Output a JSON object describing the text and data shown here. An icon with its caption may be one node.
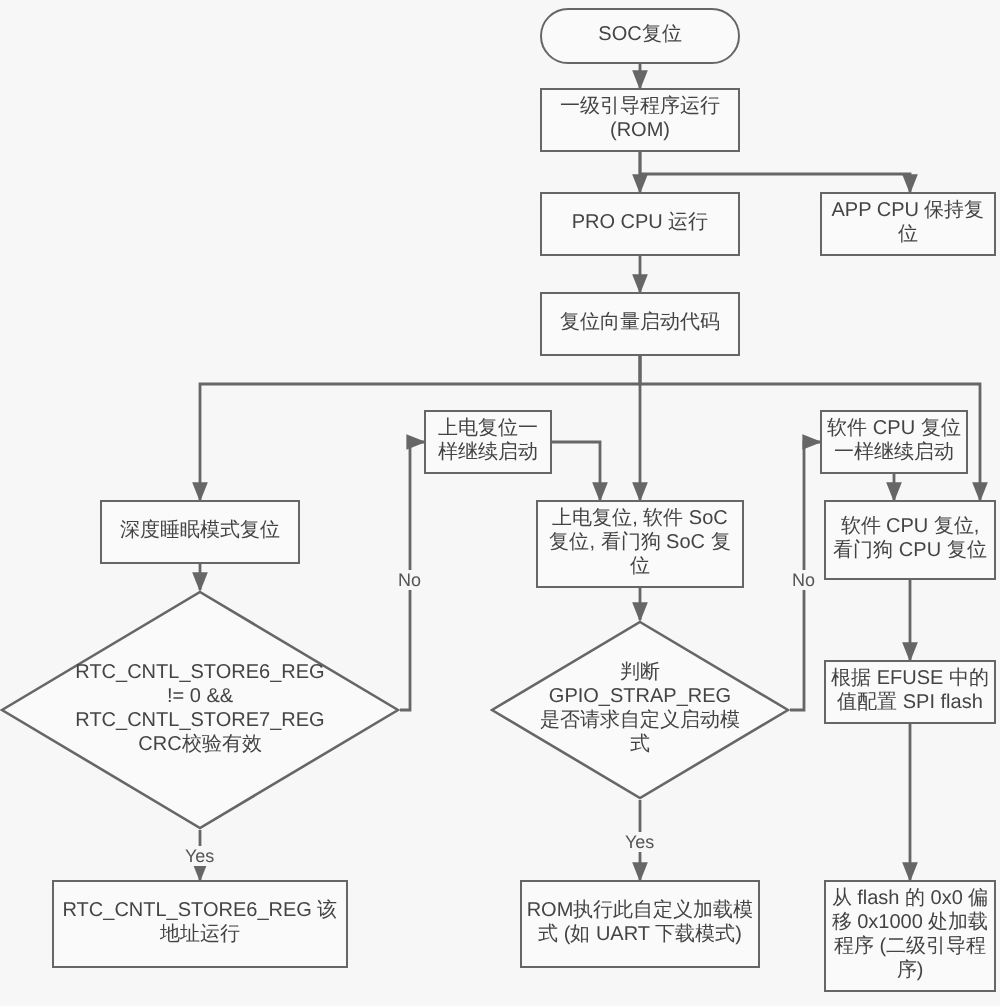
{
  "diagram": {
    "nodes": [
      {
        "text": [
          "SOC复位"
        ]
      },
      {
        "text": [
          "一级引导程序运行 (ROM)"
        ]
      },
      {
        "text": [
          "PRO CPU 运行"
        ]
      },
      {
        "text": [
          "APP CPU 保持复位"
        ]
      },
      {
        "text": [
          "复位向量启动代码"
        ]
      },
      {
        "text": [
          "深度睡眠模式复位"
        ]
      },
      {
        "text": [
          "上电复位一样继续启动"
        ]
      },
      {
        "text": [
          "上电复位, 软件 SoC 复位, 看门狗 SoC 复位"
        ]
      },
      {
        "text": [
          "软件 CPU 复位一样继续启动"
        ]
      },
      {
        "text": [
          "软件 CPU 复位, 看门狗 CPU 复位"
        ]
      },
      {
        "text": [
          "RTC_CNTL_STORE6_REG != 0 && RTC_CNTL_STORE7_REG CRC校验有效"
        ]
      },
      {
        "text": [
          "判断GPIO_STRAP_REG 是否请求自定义启动模式"
        ]
      },
      {
        "text": [
          "根据 EFUSE 中的值配置 SPI flash"
        ]
      },
      {
        "text": [
          "RTC_CNTL_STORE6_REG 该地址运行"
        ]
      },
      {
        "text": [
          "ROM执行此自定义加载模式 (如 UART 下载模式)"
        ]
      },
      {
        "text": [
          "从 flash 的 0x0 偏移 0x1000 处加载程序 (二级引导程序)"
        ]
      }
    ],
    "edges": [
      {
        "from": 0,
        "to": 1,
        "arrow": "to"
      },
      {
        "from": 1,
        "to": 2,
        "arrow": "to"
      },
      {
        "from": 1,
        "to": 3,
        "arrow": "to"
      },
      {
        "from": 2,
        "to": 4,
        "arrow": "to"
      },
      {
        "from": 4,
        "to": 5,
        "arrow": "to"
      },
      {
        "from": 4,
        "to": 7,
        "arrow": "to"
      },
      {
        "from": 4,
        "to": 9,
        "arrow": "to"
      },
      {
        "from": 5,
        "to": 10,
        "arrow": "to"
      },
      {
        "from": 10,
        "to": 6,
        "arrow": "to",
        "label": "No"
      },
      {
        "from": 6,
        "to": 7,
        "arrow": "to"
      },
      {
        "from": 7,
        "to": 11,
        "arrow": "to"
      },
      {
        "from": 11,
        "to": 8,
        "arrow": "to",
        "label": "No"
      },
      {
        "from": 8,
        "to": 9,
        "arrow": "to"
      },
      {
        "from": 11,
        "to": 14,
        "arrow": "to",
        "label": "Yes"
      },
      {
        "from": 10,
        "to": 13,
        "arrow": "to",
        "label": "Yes"
      },
      {
        "from": 9,
        "to": 12,
        "arrow": "to"
      },
      {
        "from": 12,
        "to": 15,
        "arrow": "to"
      }
    ]
  }
}
